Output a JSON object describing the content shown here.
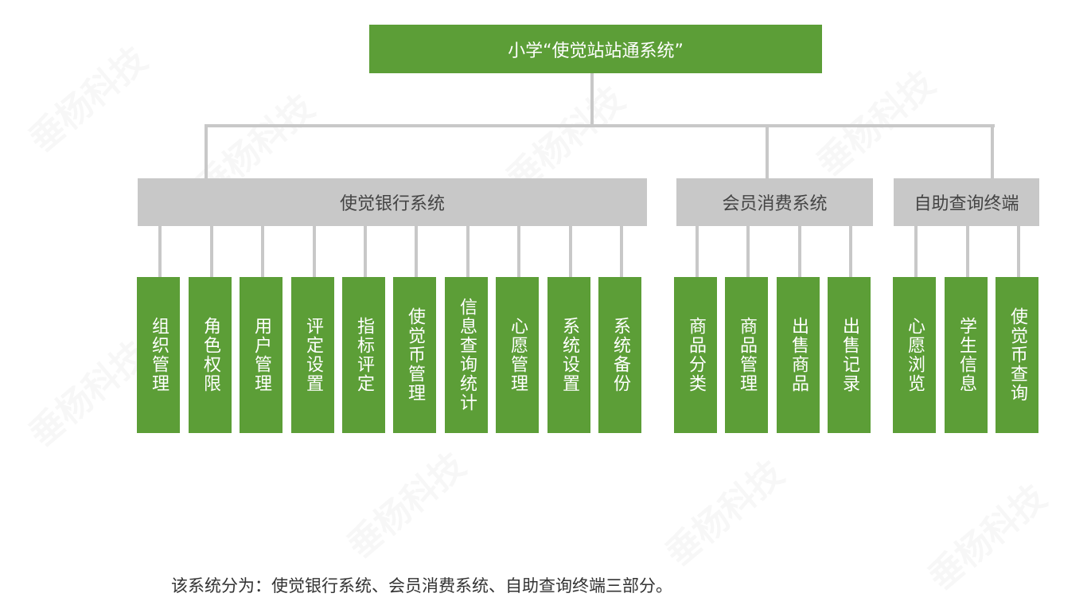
{
  "root": {
    "label": "小学“使觉站站通系统”"
  },
  "systems": [
    {
      "label": "使觉银行系统",
      "children": [
        "组织管理",
        "角色权限",
        "用户管理",
        "评定设置",
        "指标评定",
        "使觉币管理",
        "信息查询统计",
        "心愿管理",
        "系统设置",
        "系统备份"
      ]
    },
    {
      "label": "会员消费系统",
      "children": [
        "商品分类",
        "商品管理",
        "出售商品",
        "出售记录"
      ]
    },
    {
      "label": "自助查询终端",
      "children": [
        "心愿浏览",
        "学生信息",
        "使觉币查询"
      ]
    }
  ],
  "caption": "该系统分为：使觉银行系统、会员消费系统、自助查询终端三部分。",
  "watermark_text": "垂杨科技",
  "colors": {
    "green": "#5c9e37",
    "gray": "#c8c8c8",
    "text_dark": "#444444"
  }
}
